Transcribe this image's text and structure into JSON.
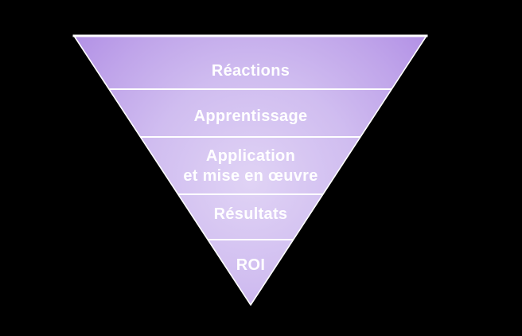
{
  "colors": {
    "background": "#000000",
    "gradient_center": "#e0d3f5",
    "gradient_mid": "#d0bdf0",
    "gradient_outer": "#c0a5ea",
    "gradient_edge": "#b18fe5",
    "outline": "#ffffff",
    "divider": "#ffffff",
    "label_text": "#ffffff"
  },
  "funnel": {
    "type": "inverted-pyramid",
    "levels": [
      {
        "id": "reactions",
        "lines": [
          "Réactions"
        ]
      },
      {
        "id": "apprentissage",
        "lines": [
          "Apprentissage"
        ]
      },
      {
        "id": "application",
        "lines": [
          "Application",
          "et mise en œuvre"
        ]
      },
      {
        "id": "resultats",
        "lines": [
          "Résultats"
        ]
      },
      {
        "id": "roi",
        "lines": [
          "ROI"
        ]
      }
    ]
  }
}
